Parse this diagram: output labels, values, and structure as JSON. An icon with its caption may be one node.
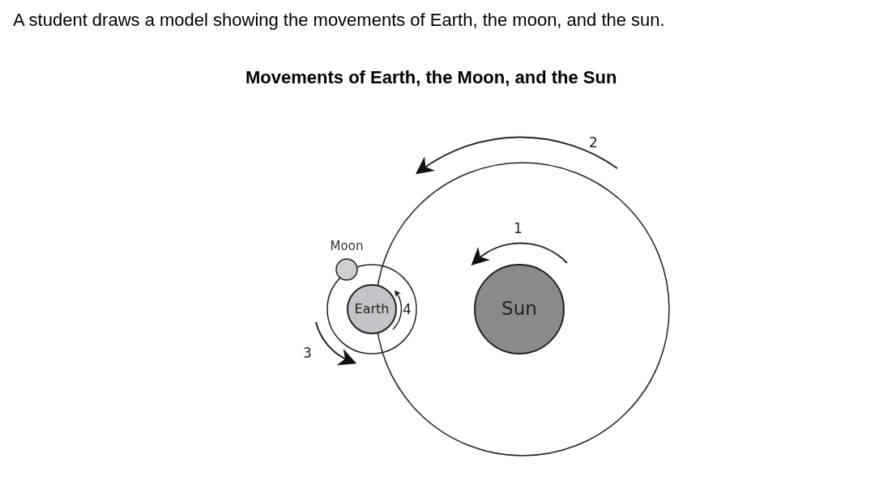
{
  "diagram": {
    "title": "Movements of Earth, the Moon, and the Sun",
    "nodes": [
      {
        "text": [
          "Moon"
        ]
      },
      {
        "text": [
          "Earth"
        ]
      },
      {
        "text": [
          "Sun"
        ]
      }
    ],
    "labels": [
      "A student draws a model showing the movements of Earth, the moon, and the sun.",
      "2",
      "1",
      "4",
      "3"
    ]
  }
}
